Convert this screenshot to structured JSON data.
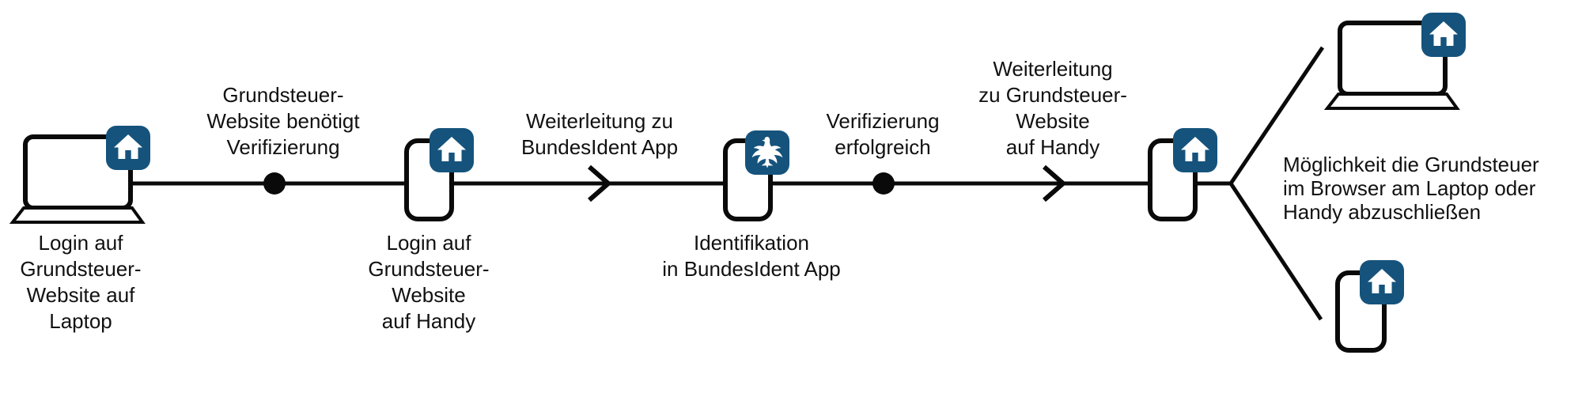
{
  "colors": {
    "badge_blue": "#15537C",
    "line_black": "#0a0a0a",
    "text_black": "#111111",
    "background": "#ffffff",
    "icon_white": "#ffffff"
  },
  "flow": {
    "steps": [
      {
        "id": "laptop-start",
        "device": "laptop",
        "badge_icon": "home-icon",
        "label": "Login auf\nGrundsteuer-\nWebsite auf\nLaptop"
      },
      {
        "id": "handy-login",
        "device": "phone",
        "badge_icon": "home-icon",
        "label": "Login auf\nGrundsteuer-\nWebsite\nauf Handy"
      },
      {
        "id": "bundesident-ident",
        "device": "phone",
        "badge_icon": "bundesadler-icon",
        "label": "Identifikation\nin BundesIdent App"
      },
      {
        "id": "handy-return",
        "device": "phone",
        "badge_icon": "home-icon",
        "label": ""
      },
      {
        "id": "laptop-end",
        "device": "laptop",
        "badge_icon": "home-icon",
        "label": ""
      },
      {
        "id": "handy-end",
        "device": "phone",
        "badge_icon": "home-icon",
        "label": ""
      }
    ],
    "transitions": [
      {
        "id": "verification-needed",
        "marker": "dot",
        "label": "Grundsteuer-\nWebsite benötigt\nVerifizierung"
      },
      {
        "id": "redirect-to-bundesident",
        "marker": "arrow",
        "label": "Weiterleitung zu\nBundesIdent App"
      },
      {
        "id": "verification-success",
        "marker": "dot",
        "label": "Verifizierung\nerfolgreich"
      },
      {
        "id": "redirect-to-website",
        "marker": "arrow",
        "label": "Weiterleitung\nzu Grundsteuer-\nWebsite\nauf Handy"
      }
    ],
    "outcome": {
      "label": "Möglichkeit die Grundsteuer\nim Browser am Laptop oder\nHandy abzuschließen"
    }
  }
}
